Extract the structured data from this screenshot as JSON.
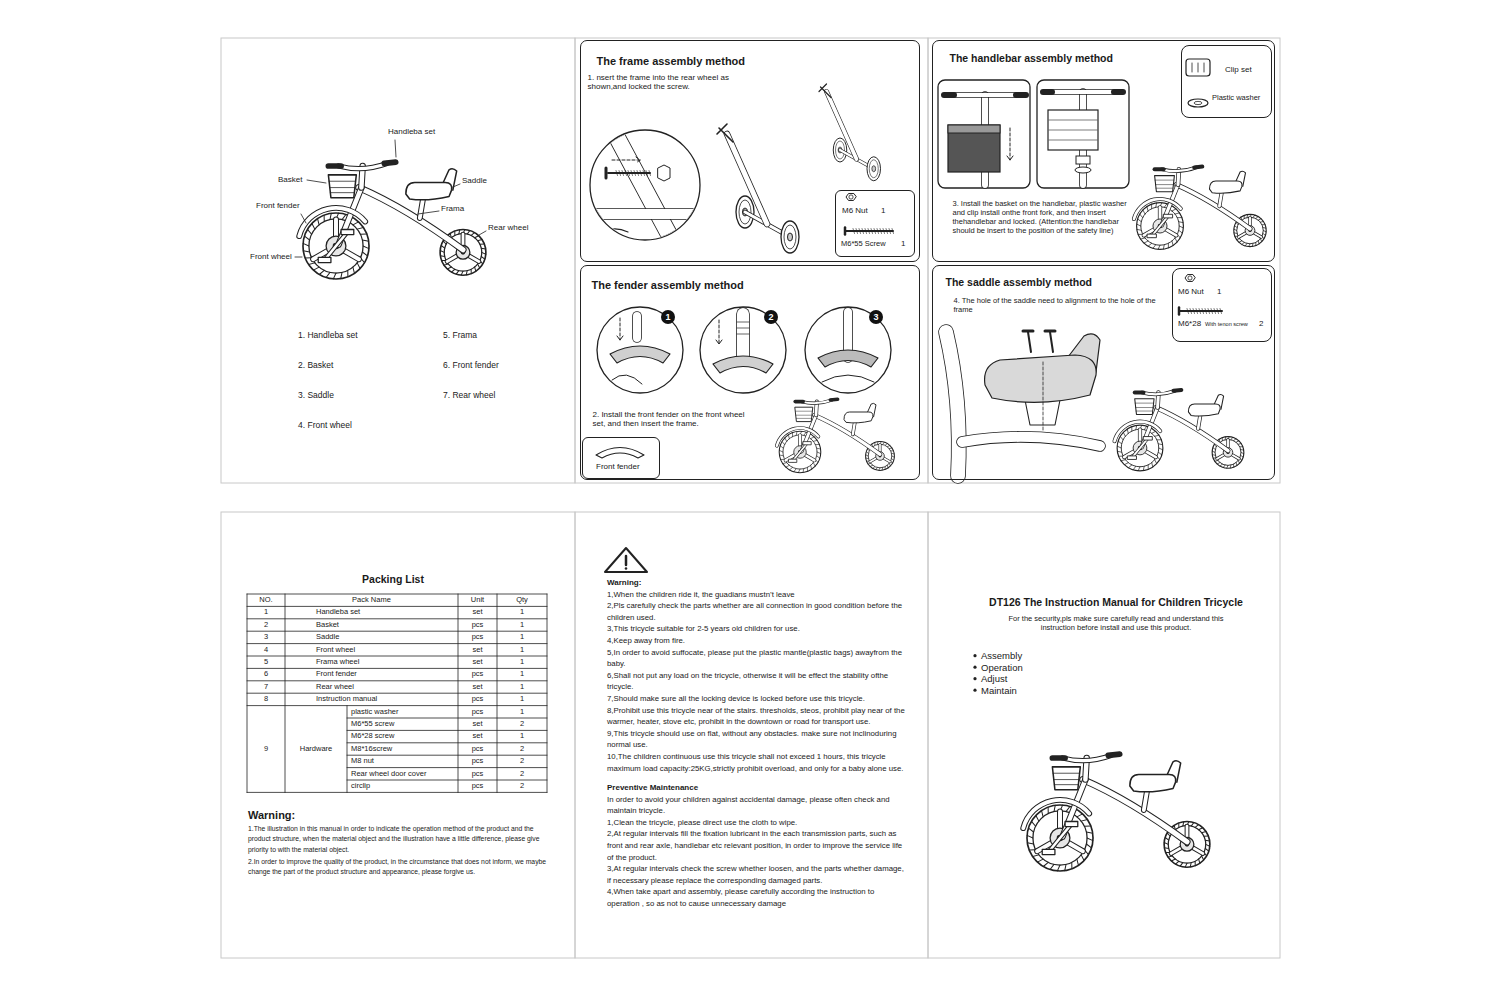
{
  "diagram": {
    "title": "DT126 The Instruction Manual for Children Tricycle",
    "nodes": [
      {
        "text": [
          "The frame assembly method",
          "1. nsert the frame into the rear wheel as shown,and locked the screw."
        ]
      },
      {
        "text": [
          "M6 Nut",
          "1",
          "M6*55 Screw",
          "1"
        ],
        "in": 0
      },
      {
        "text": [
          "The fender assembly method",
          "2. Install the front fender on the front wheel set, and then insert the frame."
        ]
      },
      {
        "text": [
          "Front fender"
        ],
        "in": 2
      },
      {
        "text": [
          "The handlebar assembly method",
          "3. Install the basket on the handlebar, plastic washer and clip install onthe front fork, and then insert thehandlebar and locked. (Attention:the handlebar should be insert to the position of the safety line)"
        ]
      },
      {
        "text": [
          "Clip set",
          "Plastic washer"
        ],
        "in": 4
      },
      {
        "text": [
          "The saddle assembly method",
          "4. The hole of the saddle need to alignment to the hole of the frame"
        ]
      },
      {
        "text": [
          "M6 Nut",
          "1",
          "M6*28",
          "With tenon screw",
          "2"
        ],
        "in": 6
      }
    ],
    "labels": [
      "Handleba set",
      "Basket",
      "Saddle",
      "Front fender",
      "Frama",
      "Front wheel",
      "Rear wheel",
      "1. Handleba set",
      "5. Frama",
      "2. Basket",
      "6. Front fender",
      "3. Saddle",
      "7. Rear wheel",
      "4. Front wheel",
      "1",
      "2",
      "3",
      "Packing List",
      "NO.",
      "Pack Name",
      "Unit",
      "Qty",
      "1",
      "Handleba set",
      "set",
      "1",
      "2",
      "Basket",
      "pcs",
      "1",
      "3",
      "Saddle",
      "pcs",
      "1",
      "4",
      "Front wheel",
      "set",
      "1",
      "5",
      "Frama wheel",
      "set",
      "1",
      "6",
      "Front fender",
      "pcs",
      "1",
      "7",
      "Rear wheel",
      "set",
      "1",
      "8",
      "Instruction manual",
      "pcs",
      "1",
      "9",
      "Hardware",
      "plastic washer",
      "pcs",
      "1",
      "M6*55 screw",
      "set",
      "2",
      "M6*28 screw",
      "set",
      "1",
      "M8*16screw",
      "pcs",
      "2",
      "M8 nut",
      "pcs",
      "2",
      "Rear wheel door cover",
      "pcs",
      "2",
      "circlip",
      "pcs",
      "2",
      "Warning:",
      "1.The illustration in this manual in order to indicate the operation method of the product and the product structure, when the material object and the illustration have a little difference, please give priority to with the material object.",
      "2.In order to improve the quality of the product, in the circumstance that does not inform, we maybe change the part of the product structure and appearance, please forgive us.",
      "Warning:",
      "1,When the children ride it, the guadians mustn’t leave",
      "2,Pls carefully check the parts whether are all connection in good condition before the children used.",
      "3,This tricycle suitable for 2-5 years old children for use.",
      "4,Keep away from fire.",
      "5,In order to avoid suffocate, please put the plastic mantle(plastic bags) awayfrom the baby.",
      "6,Shall not put any load on the tricycle, otherwise it will be effect the stability ofthe tricycle.",
      "7,Should make sure all the locking device is locked before use this tricycle.",
      "8,Prohibit use this tricycle near of the stairs. thresholds, steos, prohibit play near of the warmer, heater, stove etc, prohibit in the downtown or road for transport use.",
      "9,This tricycle should use on flat, without any obstacles. make sure not inclinoduring normal use.",
      "10,The children continuous use this tricycle shall not exceed 1 hours, this tricycle maximum load capacity:25KG,strictly prohibit overload, and only for a baby alone use.",
      "Preventive Maintenance",
      "In order to avoid your children against accidental damage, please often check and maintain tricycle.",
      "1,Clean the tricycle, please direct use the cloth to wipe.",
      "2,At regular intervals fill the fixation lubricant in the each transmission parts, such as front and rear axle, handlebar etc relevant position, in order to improve the service life of the product.",
      "3,At regular intervals check the screw whether loosen, and the parts whether damage, if necessary please replace the corresponding damaged parts.",
      "4,When take apart and assembly, please carefully according the instruction to operation , so as not to cause unnecessary damage",
      "For the security,pls make sure carefully read and understand this instruction before install and use this product.",
      "Assembly",
      "Operation",
      "Adjust",
      "Maintain"
    ]
  }
}
